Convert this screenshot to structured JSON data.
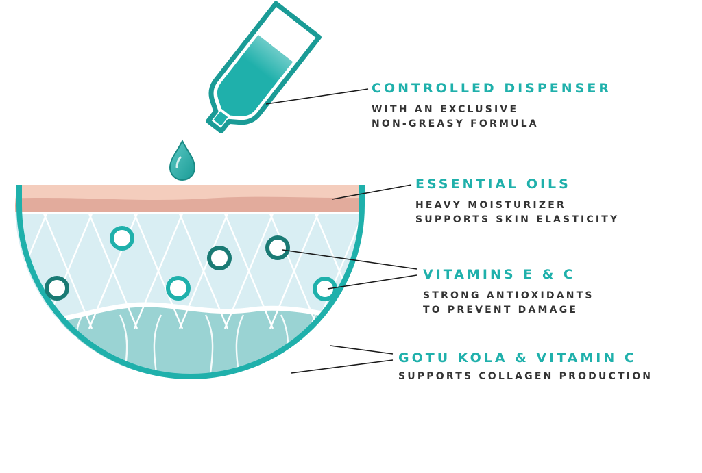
{
  "colors": {
    "teal": "#1fb0ab",
    "dark_teal": "#1a7a74",
    "text_dark": "#333333",
    "skin_top": "#f4cdbd",
    "skin_bottom": "#e2ab9c",
    "dermis": "#d9eef3",
    "deep_layer": "#9ad3d3",
    "line": "#1a1a1a"
  },
  "callouts": [
    {
      "heading": "CONTROLLED DISPENSER",
      "lines": [
        "WITH AN EXCLUSIVE",
        "NON-GREASY FORMULA"
      ]
    },
    {
      "heading": "ESSENTIAL OILS",
      "lines": [
        "HEAVY MOISTURIZER",
        "SUPPORTS SKIN ELASTICITY"
      ]
    },
    {
      "heading": "VITAMINS E & C",
      "lines": [
        "STRONG ANTIOXIDANTS",
        "TO PREVENT DAMAGE"
      ]
    },
    {
      "heading": "GOTU KOLA & VITAMIN C",
      "lines": [
        "SUPPORTS COLLAGEN PRODUCTION"
      ]
    }
  ],
  "icons": {
    "dispenser": "dispenser-bottle-icon",
    "droplet": "droplet-icon",
    "vitamin": "vitamin-ring-icon"
  }
}
